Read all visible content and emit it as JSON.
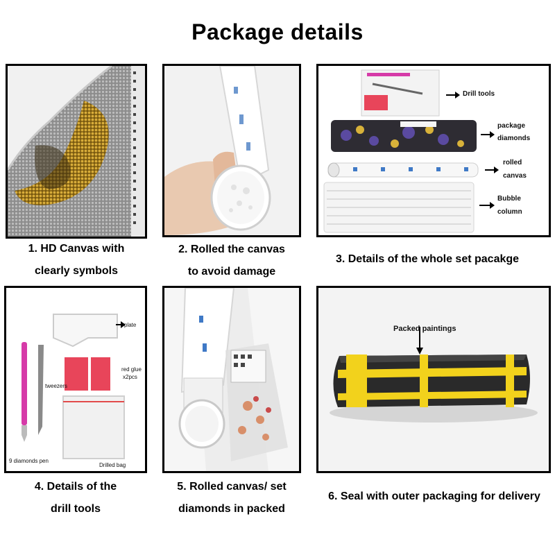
{
  "title": "Package details",
  "panels": [
    {
      "caption": [
        "1. HD Canvas with",
        "clearly symbols"
      ]
    },
    {
      "caption": [
        "2. Rolled the canvas",
        "to avoid damage"
      ]
    },
    {
      "caption": [
        "3. Details of the whole set pacakge"
      ],
      "labels": [
        "Drill tools",
        "package",
        "diamonds",
        "rolled",
        "canvas",
        "Bubble",
        "column"
      ]
    },
    {
      "caption": [
        "4. Details of the",
        "drill tools"
      ],
      "labels": [
        "plate",
        "tweezers",
        "red glue",
        "x2pcs",
        "9 diamonds pen",
        "Drilled bag"
      ]
    },
    {
      "caption": [
        "5. Rolled canvas/ set",
        "diamonds in packed"
      ]
    },
    {
      "caption": [
        "6. Seal with outer packaging for delivery"
      ],
      "labels": [
        "Packed paintings"
      ]
    }
  ],
  "colors": {
    "border": "#000000",
    "pen": "#d63aa8",
    "glue": "#e8455a",
    "tape": "#f2d21c",
    "package": "#2a2a2a",
    "canvas_gold": "#c9a23a"
  }
}
